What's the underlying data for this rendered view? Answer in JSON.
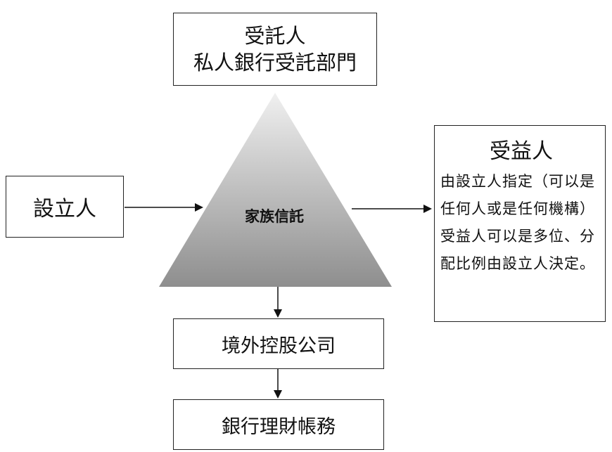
{
  "diagram": {
    "trustee": {
      "line1": "受託人",
      "line2": "私人銀行受託部門"
    },
    "settlor": {
      "label": "設立人"
    },
    "trust": {
      "label": "家族信託"
    },
    "beneficiary": {
      "title": "受益人",
      "description": "由設立人指定（可以是任何人或是任何機構）受益人可以是多位、分配比例由設立人決定。"
    },
    "holding_company": {
      "label": "境外控股公司"
    },
    "bank_assets": {
      "label": "銀行理財帳務"
    },
    "colors": {
      "triangle_top": "#ececec",
      "triangle_bottom": "#8f8f8f",
      "line": "#111111"
    }
  }
}
